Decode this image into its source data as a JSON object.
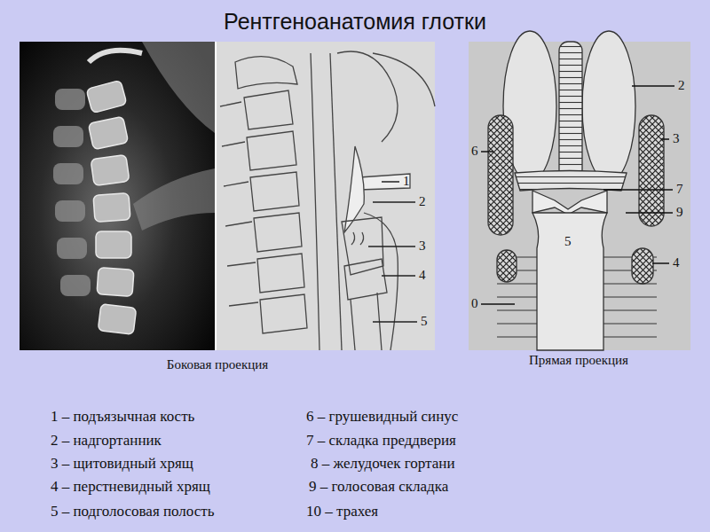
{
  "diagram": {
    "title": "Рентгеноанатомия глотки",
    "labels": [
      "Боковая проекция",
      "Прямая проекция",
      "1",
      "2",
      "3",
      "4",
      "5",
      "2",
      "6",
      "3",
      "7",
      "9",
      "5",
      "4",
      "0",
      "1 – подъязычная кость",
      "2 – надгортанник",
      "3 – щитовидный хрящ",
      "4 – перстневидный хрящ",
      "5 – подголосовая полость",
      "6 – грушевидный синус",
      "7 – складка преддверия",
      "8 – желудочек гортани",
      "9 – голосовая складка",
      "10 – трахея"
    ]
  }
}
